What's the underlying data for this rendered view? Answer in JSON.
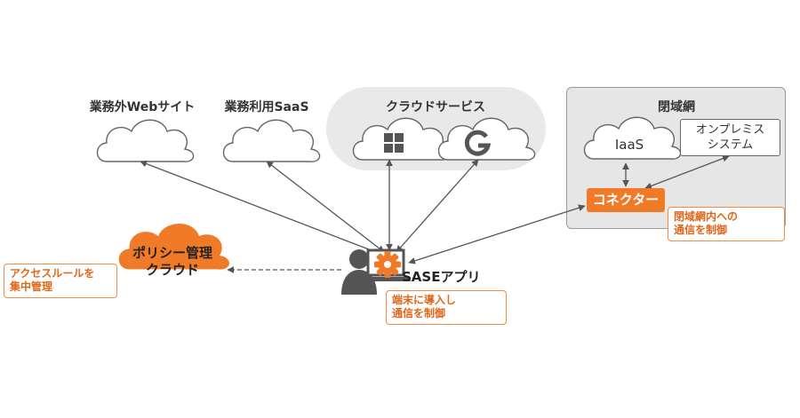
{
  "services": {
    "external_web": "業務外Webサイト",
    "business_saas": "業務利用SaaS",
    "cloud_services": "クラウドサービス"
  },
  "closed_network": {
    "title": "閉域網",
    "iaas": "IaaS",
    "onprem_line1": "オンプレミス",
    "onprem_line2": "システム"
  },
  "connector": {
    "label": "コネクター",
    "note_line1": "閉域網内への",
    "note_line2": "通信を制御"
  },
  "policy_cloud": {
    "line1": "ポリシー管理",
    "line2": "クラウド",
    "note_line1": "アクセスルールを",
    "note_line2": "集中管理"
  },
  "sase_app": {
    "label": "SASEアプリ",
    "note_line1": "端末に導入し",
    "note_line2": "通信を制御"
  },
  "colors": {
    "accent": "#f07a28",
    "note_border": "#f08c3c",
    "note_text": "#e0661a",
    "panel_gray": "#e6e6e6",
    "panel_border": "#999999",
    "line": "#555555"
  },
  "icons": [
    "cloud-icon",
    "windows-logo-icon",
    "google-logo-icon",
    "user-at-computer-icon",
    "gear-icon"
  ]
}
